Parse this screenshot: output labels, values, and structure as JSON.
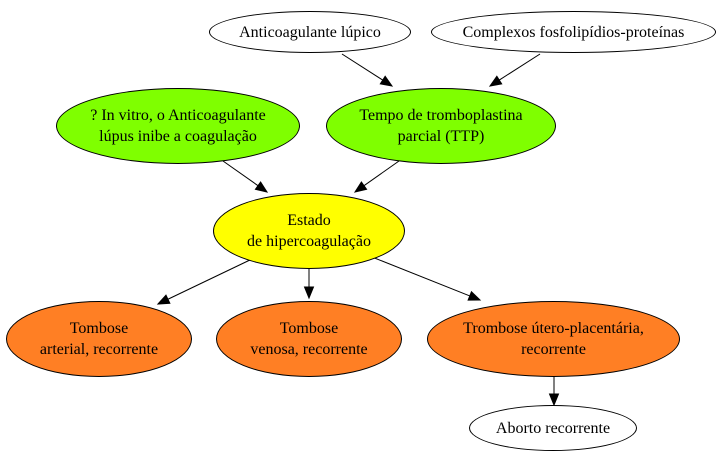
{
  "nodes": {
    "lupus_anticoagulant": {
      "label": "Anticoagulante lúpico",
      "fill": "#ffffff"
    },
    "phospholipid_protein_complexes": {
      "label": "Complexos fosfolipídios-proteínas",
      "fill": "#ffffff"
    },
    "in_vitro_inhibition": {
      "label": "? In vitro, o Anticoagulante\nlúpus inibe a coagulação",
      "fill": "#7fff00"
    },
    "ptt": {
      "label": "Tempo de tromboplastina\nparcial (TTP)",
      "fill": "#7fff00"
    },
    "hypercoagulable_state": {
      "label": "Estado\nde hipercoagulação",
      "fill": "#ffff00"
    },
    "arterial_thrombosis": {
      "label": "Tombose\narterial, recorrente",
      "fill": "#ff7f24"
    },
    "venous_thrombosis": {
      "label": "Tombose\nvenosa, recorrente",
      "fill": "#ff7f24"
    },
    "uteroplacental_thrombosis": {
      "label": "Trombose útero-placentária,\nrecorrente",
      "fill": "#ff7f24"
    },
    "recurrent_miscarriage": {
      "label": "Aborto recorrente",
      "fill": "#ffffff"
    }
  },
  "edges": [
    {
      "from": "lupus_anticoagulant",
      "to": "ptt"
    },
    {
      "from": "phospholipid_protein_complexes",
      "to": "ptt"
    },
    {
      "from": "in_vitro_inhibition",
      "to": "hypercoagulable_state"
    },
    {
      "from": "ptt",
      "to": "hypercoagulable_state"
    },
    {
      "from": "hypercoagulable_state",
      "to": "arterial_thrombosis"
    },
    {
      "from": "hypercoagulable_state",
      "to": "venous_thrombosis"
    },
    {
      "from": "hypercoagulable_state",
      "to": "uteroplacental_thrombosis"
    },
    {
      "from": "uteroplacental_thrombosis",
      "to": "recurrent_miscarriage"
    }
  ]
}
